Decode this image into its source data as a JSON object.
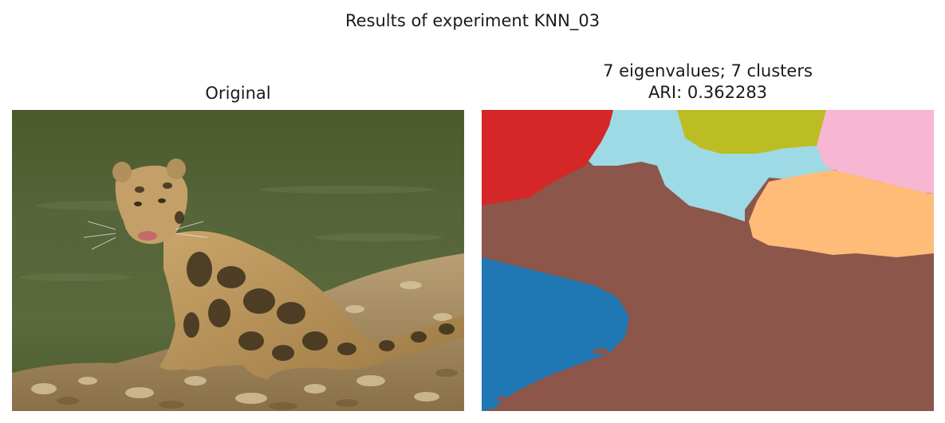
{
  "figure": {
    "suptitle": "Results of experiment KNN_03"
  },
  "left_panel": {
    "title": "Original"
  },
  "right_panel": {
    "title_line1": "7 eigenvalues; 7 clusters",
    "title_line2": "ARI: 0.362283"
  },
  "cluster_colors": {
    "red": "#d62728",
    "cyan": "#9edae5",
    "olive": "#bcbd22",
    "pink": "#f7b6d2",
    "brown": "#8c564b",
    "orange": "#ffbb78",
    "blue": "#1f77b4"
  }
}
